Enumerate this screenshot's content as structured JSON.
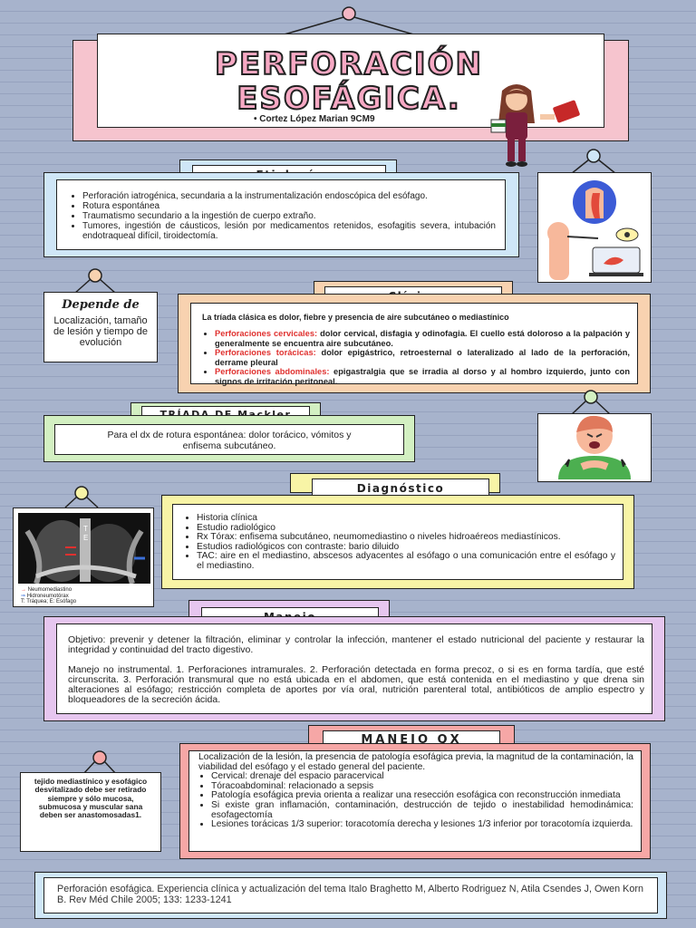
{
  "header": {
    "title_line1": "PERFORACIÓN",
    "title_line2": "ESOFÁGICA.",
    "author": "•  Cortez López Marian 9CM9"
  },
  "etiologia": {
    "title": "Etiología",
    "items": [
      "Perforación iatrogénica, secundaria a la instrumentalización endoscópica del esófago.",
      "Rotura espontánea",
      "Traumatismo secundario a la ingestión de cuerpo extraño.",
      "Tumores, ingestión de cáusticos, lesión por medicamentos retenidos, esofagitis severa, intubación endotraqueal difícil, tiroidectomía."
    ]
  },
  "depende": {
    "title": "Depende de",
    "text": "Localización, tamaño de lesión y tiempo de evolución"
  },
  "clinica": {
    "title": "Clínica",
    "intro": "La tríada clásica es dolor, fiebre y presencia de aire subcutáneo o mediastínico",
    "items": [
      {
        "label": "Perforaciones cervicales:",
        "text": " dolor cervical, disfagia y odinofagia. El cuello está doloroso a la palpación y generalmente se encuentra aire subcutáneo."
      },
      {
        "label": "Perforaciones torácicas:",
        "text": " dolor epigástrico, retroesternal o lateralizado al lado de la perforación, derrame pleural"
      },
      {
        "label": "Perforaciones abdominales:",
        "text": " epigastralgia que se irradia al dorso y al hombro izquierdo, junto con signos de irritación peritoneal."
      }
    ]
  },
  "mackler": {
    "title": "TRÍADA DE Mackler",
    "text": "Para el dx de rotura espontánea: dolor torácico, vómitos y enfisema subcutáneo."
  },
  "diagnostico": {
    "title": "Diagnóstico",
    "items": [
      "Historia clínica",
      "Estudio radiológico",
      "Rx Tórax: enfisema subcutáneo, neumomediastino o niveles hidroaéreos mediastínicos.",
      "Estudios radiológicos con contraste: bario diluido",
      "TAC: aire en el mediastino, abscesos adyacentes al esófago o una comunicación entre el esófago y el mediastino."
    ]
  },
  "xray": {
    "marker_t": "T",
    "marker_e": "E",
    "legend": [
      "Neumomediastino",
      "Hidroneumotórax",
      "T: Tráquea; E: Esófago"
    ],
    "colors": {
      "arrow_red": "#e0312f",
      "arrow_blue": "#3b6fd8"
    }
  },
  "manejo": {
    "title": "Manejo",
    "p1": "Objetivo: prevenir y detener la filtración, eliminar y controlar la infección, mantener el estado nutricional del paciente y restaurar la integridad y continuidad del tracto digestivo.",
    "p2": "Manejo no instrumental. 1. Perforaciones intramurales. 2. Perforación detectada en forma precoz, o si es en forma tardía, que esté circunscrita. 3. Perforación transmural que no está ubicada en el abdomen, que está contenida en el mediastino y que drena sin alteraciones al esófago; restricción completa de aportes por vía oral, nutrición parenteral total, antibióticos de amplio espectro  y bloqueadores de la secreción ácida."
  },
  "manejo_qx": {
    "title": "MANEJO QX",
    "intro": "Localización de la lesión, la presencia de patología esofágica previa, la magnitud de la contaminación, la viabilidad del esófago y el estado general del paciente.",
    "items": [
      "Cervical: drenaje del espacio paracervical",
      "Tóracoabdominal: relacionado a sepsis",
      "Patología esofágica previa orienta a realizar una resección esofágica con reconstrucción inmediata",
      "Si existe gran inflamación, contaminación, destrucción de tejido o inestabilidad hemodinámica: esofagectomía",
      "Lesiones torácicas 1/3 superior:  toracotomía derecha y lesiones 1/3 inferior por toracotomía izquierda."
    ]
  },
  "note": {
    "text": "tejido mediastínico y esofágico desvitalizado debe ser retirado siempre y sólo mucosa, submucosa y muscular sana deben ser anastomosadas1."
  },
  "reference": {
    "text": "Perforación esofágica. Experiencia clínica y actualización del tema Italo Braghetto M, Alberto Rodriguez N, Atila Csendes J, Owen Korn B. Rev Méd Chile 2005; 133: 1233-1241"
  },
  "colors": {
    "pink": "#f6c4ce",
    "blue": "#cfe6f7",
    "orange": "#f8d2b0",
    "green": "#d3f0c2",
    "yellow": "#f8f4a6",
    "purple": "#e6c6ef",
    "salmon": "#f6a7a6",
    "title_pink": "#f7a9c4"
  },
  "icons": [
    "esophagus-endoscopy-illustration",
    "sick-person-chest-pain-illustration",
    "doctor-character",
    "chest-xray-image"
  ]
}
